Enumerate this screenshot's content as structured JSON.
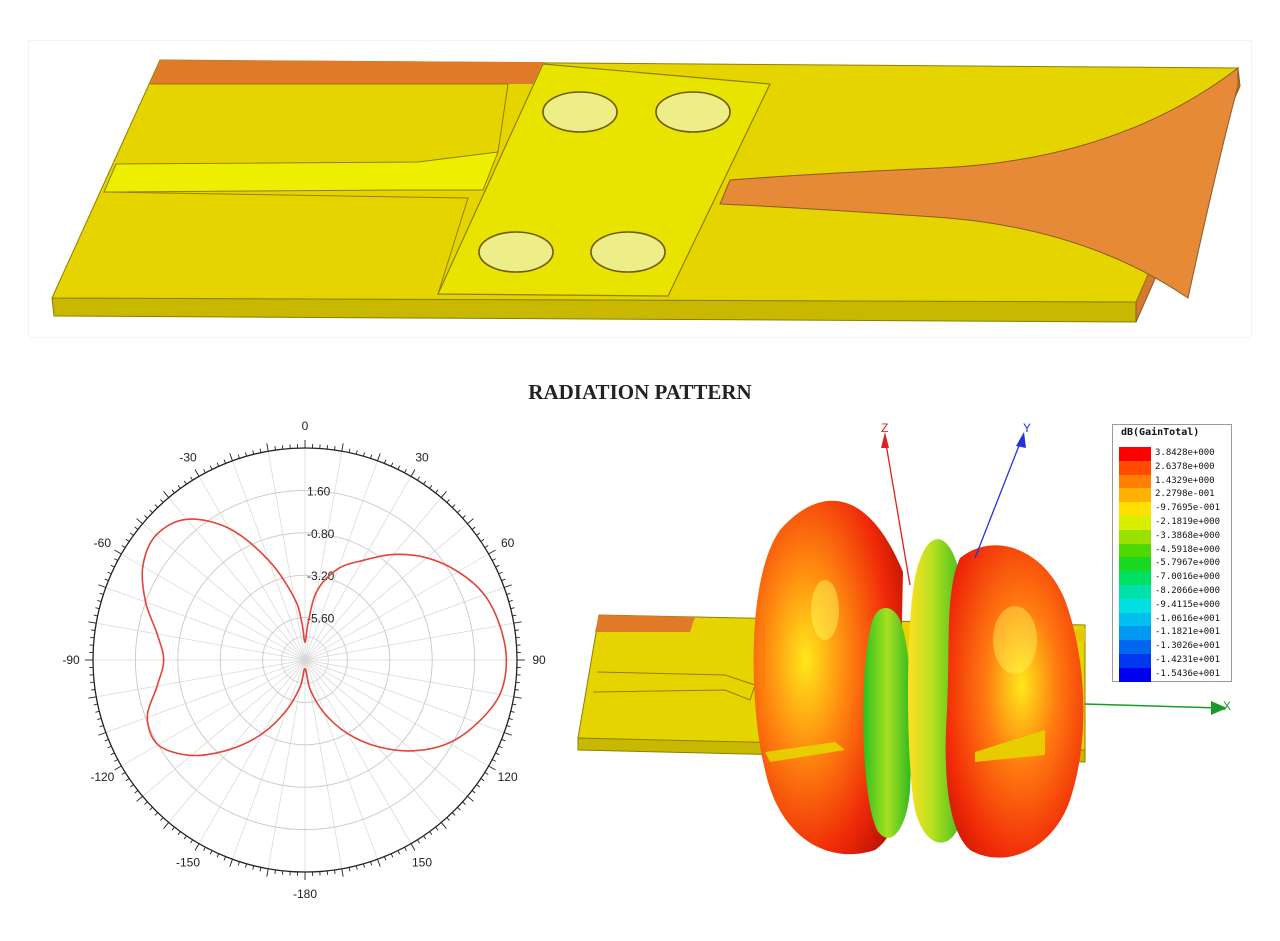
{
  "title": "RADIATION PATTERN",
  "polar": {
    "angle_labels": [
      {
        "deg": 0,
        "text": "0"
      },
      {
        "deg": 30,
        "text": "30"
      },
      {
        "deg": 60,
        "text": "60"
      },
      {
        "deg": 90,
        "text": "90"
      },
      {
        "deg": 120,
        "text": "120"
      },
      {
        "deg": 150,
        "text": "150"
      },
      {
        "deg": 180,
        "text": "-180"
      },
      {
        "deg": -150,
        "text": "-150"
      },
      {
        "deg": -120,
        "text": "-120"
      },
      {
        "deg": -90,
        "text": "-90"
      },
      {
        "deg": -60,
        "text": "-60"
      },
      {
        "deg": -30,
        "text": "-30"
      }
    ],
    "radial_labels": [
      "1.60",
      "-0.80",
      "-3.20",
      "-5.60"
    ],
    "radial_values": [
      1.6,
      -0.8,
      -3.2,
      -5.6
    ],
    "r_range": [
      -8.0,
      4.0
    ],
    "line_color": "#e0443a",
    "curve": [
      {
        "deg": 0,
        "db": -7.0
      },
      {
        "deg": 5,
        "db": -5.8
      },
      {
        "deg": 10,
        "db": -4.0
      },
      {
        "deg": 20,
        "db": -2.5
      },
      {
        "deg": 30,
        "db": -1.5
      },
      {
        "deg": 40,
        "db": -0.2
      },
      {
        "deg": 50,
        "db": 1.0
      },
      {
        "deg": 60,
        "db": 2.0
      },
      {
        "deg": 70,
        "db": 2.8
      },
      {
        "deg": 80,
        "db": 3.2
      },
      {
        "deg": 90,
        "db": 3.4
      },
      {
        "deg": 100,
        "db": 3.2
      },
      {
        "deg": 110,
        "db": 2.4
      },
      {
        "deg": 120,
        "db": 1.4
      },
      {
        "deg": 130,
        "db": 0.0
      },
      {
        "deg": 140,
        "db": -1.6
      },
      {
        "deg": 150,
        "db": -3.2
      },
      {
        "deg": 160,
        "db": -4.8
      },
      {
        "deg": 170,
        "db": -6.3
      },
      {
        "deg": 180,
        "db": -7.5
      },
      {
        "deg": -170,
        "db": -6.5
      },
      {
        "deg": -160,
        "db": -5.0
      },
      {
        "deg": -150,
        "db": -3.2
      },
      {
        "deg": -140,
        "db": -1.4
      },
      {
        "deg": -130,
        "db": 0.4
      },
      {
        "deg": -120,
        "db": 1.6
      },
      {
        "deg": -110,
        "db": 1.5
      },
      {
        "deg": -100,
        "db": 0.5
      },
      {
        "deg": -90,
        "db": 0.0
      },
      {
        "deg": -80,
        "db": 0.5
      },
      {
        "deg": -70,
        "db": 1.6
      },
      {
        "deg": -60,
        "db": 2.6
      },
      {
        "deg": -50,
        "db": 3.0
      },
      {
        "deg": -40,
        "db": 2.4
      },
      {
        "deg": -30,
        "db": 0.6
      },
      {
        "deg": -20,
        "db": -2.0
      },
      {
        "deg": -10,
        "db": -4.4
      },
      {
        "deg": -5,
        "db": -5.8
      }
    ]
  },
  "pattern3d": {
    "axes": {
      "z": "Z",
      "y": "Y",
      "x": "X"
    },
    "axis_colors": {
      "z": "#e02020",
      "y": "#2233dd",
      "x": "#1a9a2a"
    }
  },
  "legend": {
    "title": "dB(GainTotal)",
    "entries": [
      {
        "value": "3.8428e+000",
        "color": "#ff0000"
      },
      {
        "value": "2.6378e+000",
        "color": "#ff4a00"
      },
      {
        "value": "1.4329e+000",
        "color": "#ff8000"
      },
      {
        "value": "2.2798e-001",
        "color": "#ffb000"
      },
      {
        "value": "-9.7695e-001",
        "color": "#ffe000"
      },
      {
        "value": "-2.1819e+000",
        "color": "#d8f000"
      },
      {
        "value": "-3.3868e+000",
        "color": "#9ae000"
      },
      {
        "value": "-4.5918e+000",
        "color": "#50d800"
      },
      {
        "value": "-5.7967e+000",
        "color": "#18d820"
      },
      {
        "value": "-7.0016e+000",
        "color": "#00e060"
      },
      {
        "value": "-8.2066e+000",
        "color": "#00e0a8"
      },
      {
        "value": "-9.4115e+000",
        "color": "#00e0e0"
      },
      {
        "value": "-1.0616e+001",
        "color": "#00c0f0"
      },
      {
        "value": "-1.1821e+001",
        "color": "#0098f0"
      },
      {
        "value": "-1.3026e+001",
        "color": "#0068f0"
      },
      {
        "value": "-1.4231e+001",
        "color": "#0038f0"
      },
      {
        "value": "-1.5436e+001",
        "color": "#0000f0"
      }
    ]
  },
  "colors": {
    "substrate_edge": "#e07a28",
    "copper": "#e6d400",
    "copper_light": "#eeee00",
    "slot": "#e68a38"
  }
}
